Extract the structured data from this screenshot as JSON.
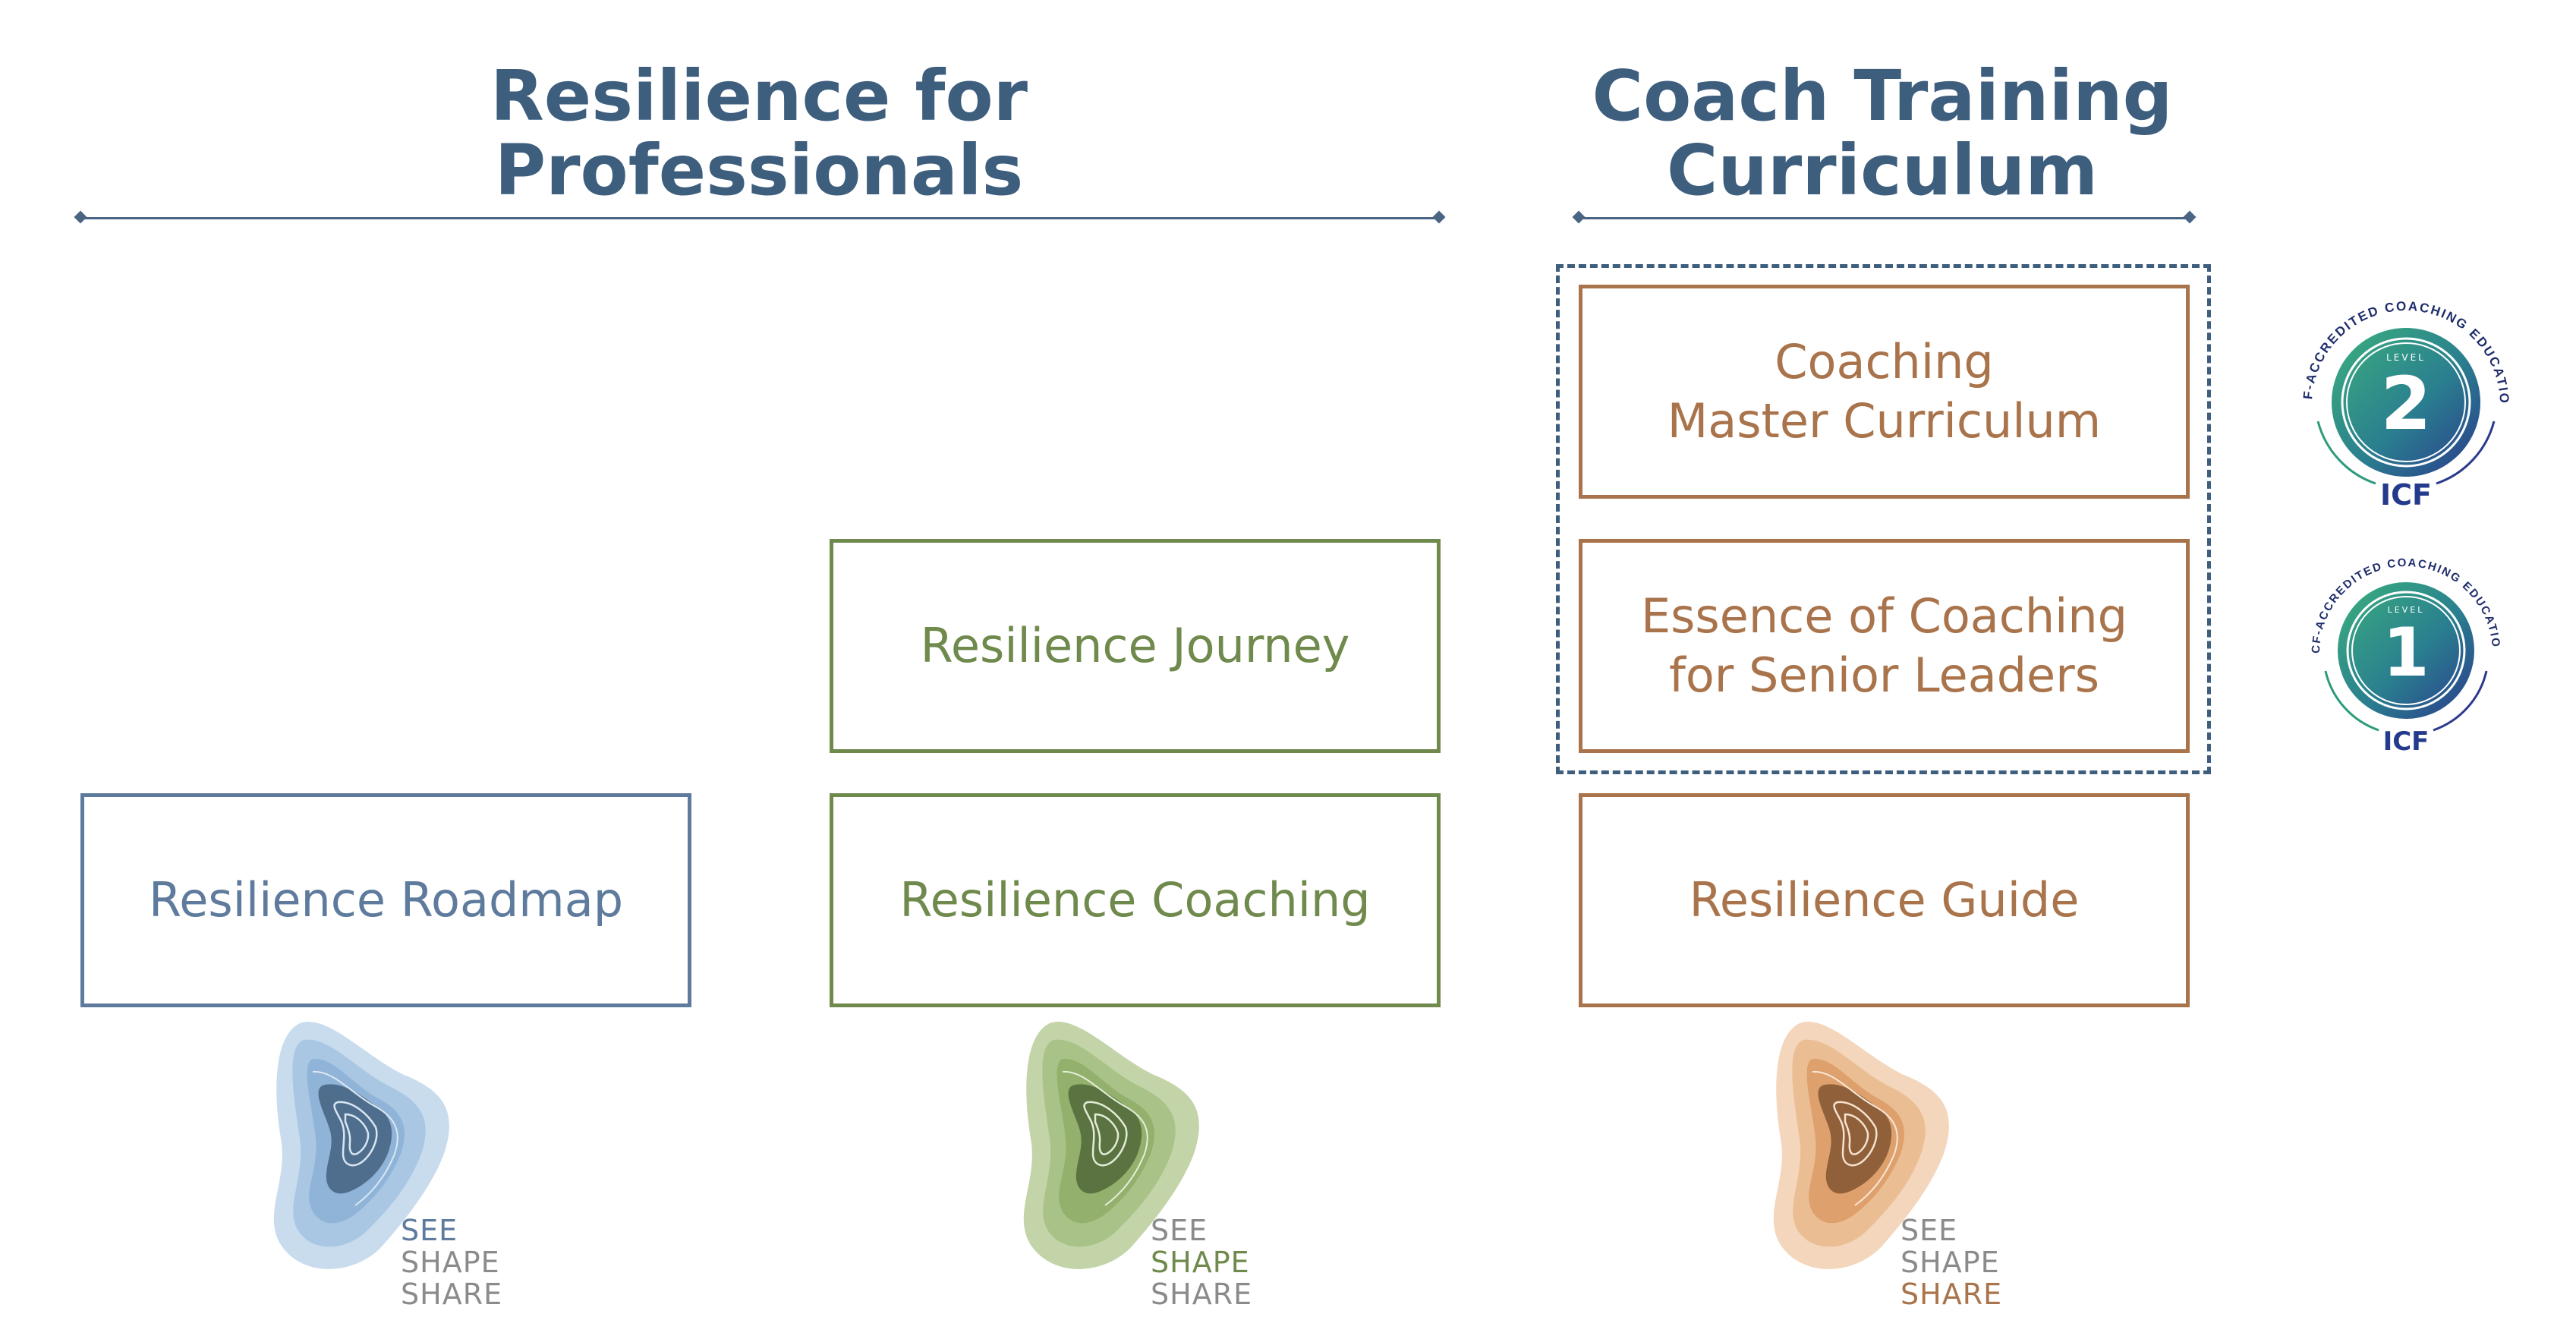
{
  "headings": {
    "left": [
      "Resilience for",
      "Professionals"
    ],
    "right": [
      "Coach Training",
      "Curriculum"
    ]
  },
  "boxes": {
    "roadmap": "Resilience Roadmap",
    "journey": "Resilience Journey",
    "coaching": "Resilience Coaching",
    "master": [
      "Coaching",
      "Master Curriculum"
    ],
    "essence": [
      "Essence of Coaching",
      "for Senior Leaders"
    ],
    "guide": "Resilience Guide"
  },
  "logo_words": [
    "SEE",
    "SHAPE",
    "SHARE"
  ],
  "badges": [
    {
      "arc_text": "ICF-ACCREDITED COACHING EDUCATION",
      "level_word": "LEVEL",
      "level": "2",
      "brand": "ICF"
    },
    {
      "arc_text": "ICF-ACCREDITED COACHING EDUCATION",
      "level_word": "LEVEL",
      "level": "1",
      "brand": "ICF"
    }
  ],
  "colors": {
    "heading": "#3e5e7e",
    "blue": "#5e7b9d",
    "green": "#6f8a4c",
    "orange": "#a9744b",
    "grey_text": "#8b8b8b"
  }
}
